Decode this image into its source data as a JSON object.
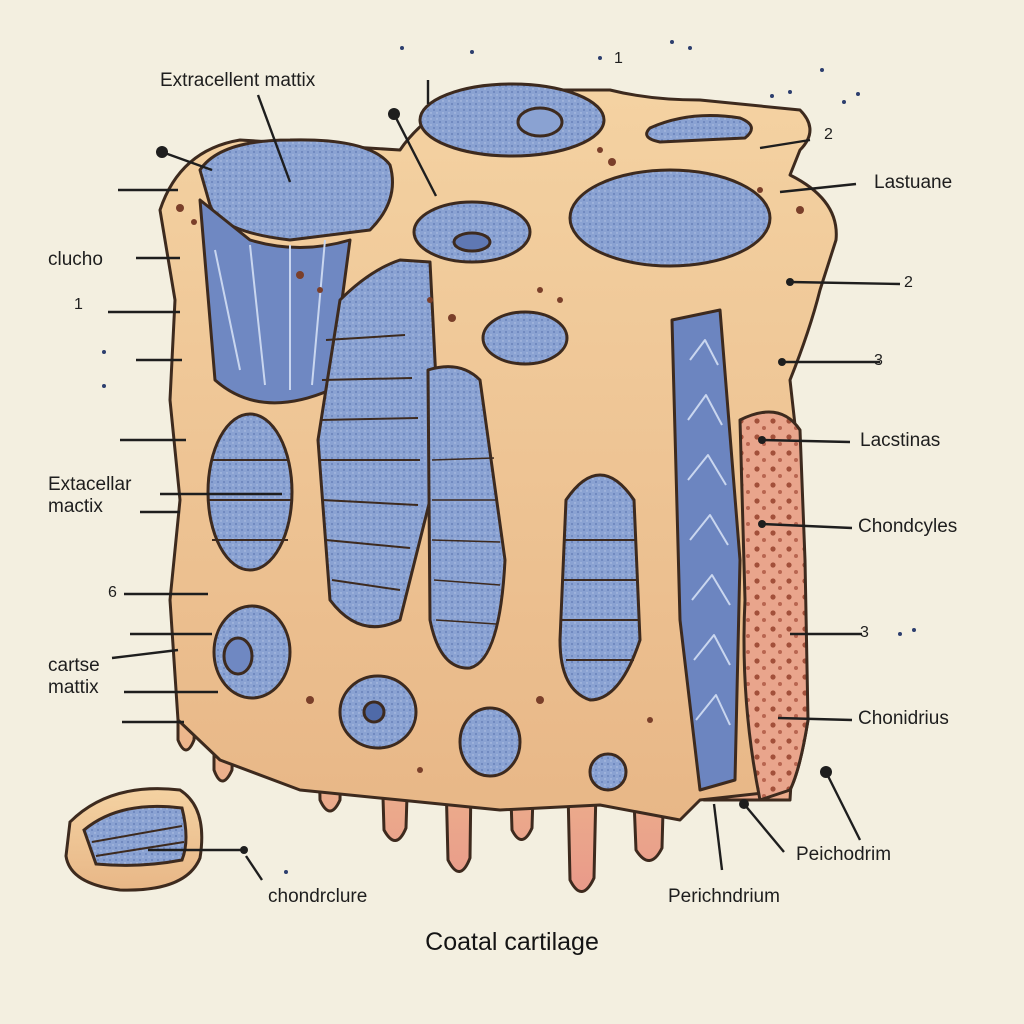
{
  "title": "Coatal cartilage",
  "labels": {
    "extracellent_mattix": "Extracellent mattix",
    "clucho": "clucho",
    "n1_left": "1",
    "extacellar_mactix": "Extacellar\nmactix",
    "n6_left": "6",
    "cartse_mattix": "cartse\nmattix",
    "chondrclure": "chondrclure",
    "n1_top": "1",
    "n2_top": "2",
    "lastuane": "Lastuane",
    "n2_right": "2",
    "n3_right": "3",
    "lacstinas": "Lacstinas",
    "chondcyles": "Chondcyles",
    "n3_lower": "3",
    "chonidrius": "Chonidrius",
    "peichodrim": "Peichodrim",
    "perichndrium": "Perichndrium"
  },
  "colors": {
    "matrix": "#efc690",
    "matrix_shadow": "#d9a06a",
    "cell_blue": "#7e97c9",
    "cell_dark": "#4f6aa8",
    "perichondrium": "#e8a48c",
    "outline": "#3d2a1e",
    "background": "#f3efe0"
  }
}
